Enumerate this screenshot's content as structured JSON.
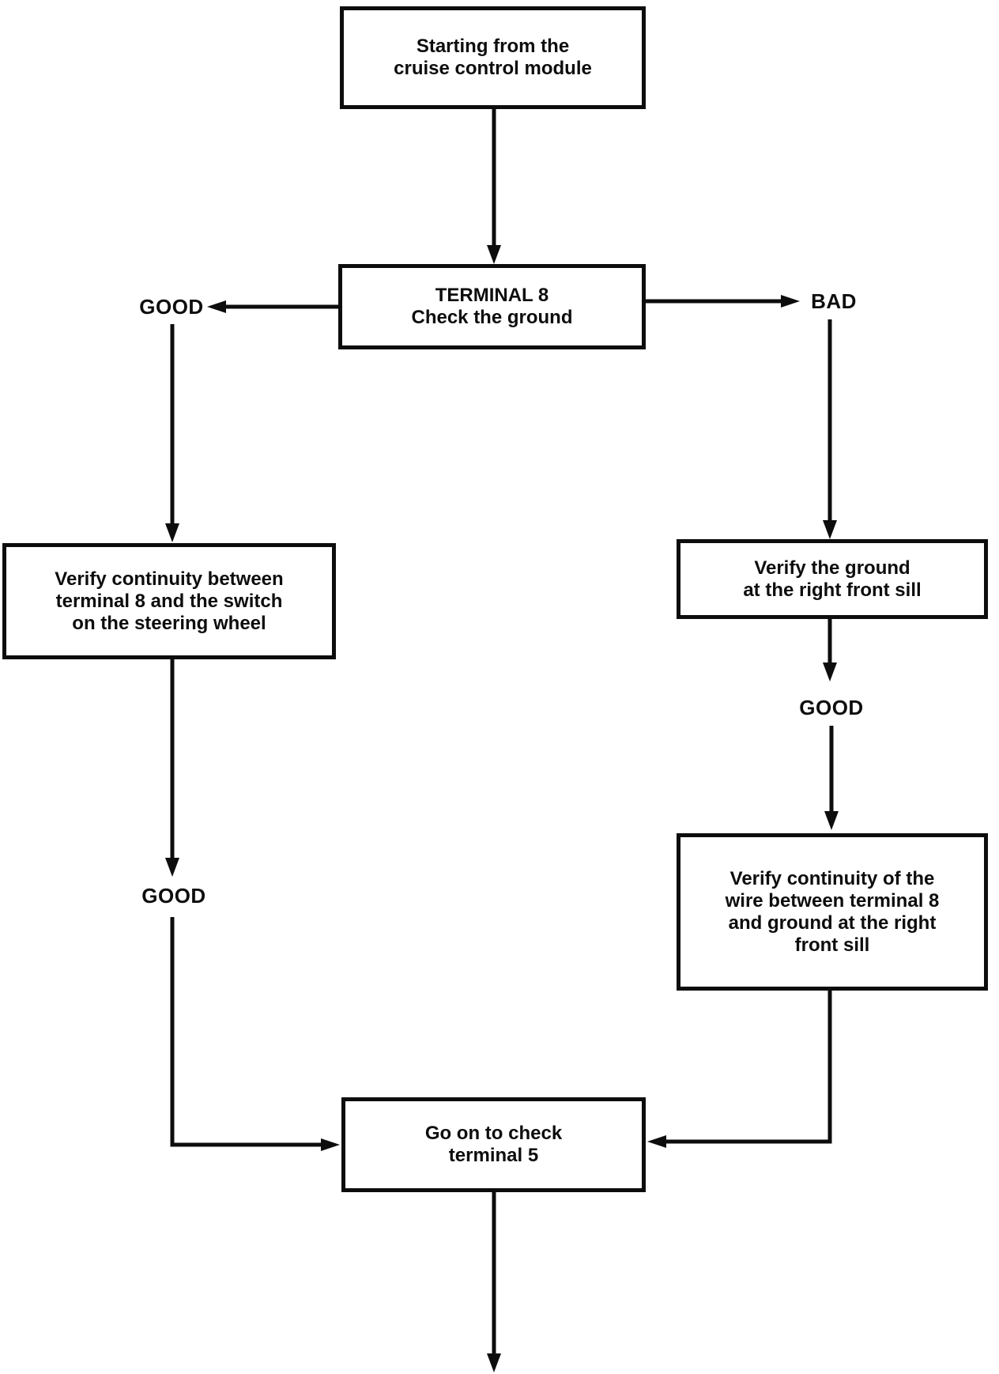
{
  "diagram": {
    "type": "flowchart",
    "colors": {
      "ink": "#0d0d0d",
      "paper": "#ffffff"
    },
    "nodes": {
      "start": {
        "label": "Starting from the\ncruise control module"
      },
      "terminal8": {
        "label": "TERMINAL 8\nCheck the ground"
      },
      "verify_switch_continuity": {
        "label": "Verify continuity between\nterminal 8 and the switch\non the steering wheel"
      },
      "verify_ground_sill": {
        "label": "Verify the ground\nat the right front sill"
      },
      "verify_wire_continuity": {
        "label": "Verify continuity of the\nwire between terminal 8\nand ground at the right\nfront sill"
      },
      "next_step": {
        "label": "Go on to check\nterminal 5"
      }
    },
    "edge_labels": {
      "good_left": "GOOD",
      "bad_right": "BAD",
      "good_left_lower": "GOOD",
      "good_right": "GOOD"
    },
    "edges": [
      {
        "from": "start",
        "to": "terminal8",
        "label": ""
      },
      {
        "from": "terminal8",
        "to": "verify_switch_continuity",
        "label": "GOOD"
      },
      {
        "from": "terminal8",
        "to": "verify_ground_sill",
        "label": "BAD"
      },
      {
        "from": "verify_switch_continuity",
        "to": "next_step",
        "label": "GOOD"
      },
      {
        "from": "verify_ground_sill",
        "to": "verify_wire_continuity",
        "label": "GOOD"
      },
      {
        "from": "verify_wire_continuity",
        "to": "next_step",
        "label": ""
      },
      {
        "from": "next_step",
        "to": "off_page_bottom",
        "label": ""
      }
    ]
  }
}
